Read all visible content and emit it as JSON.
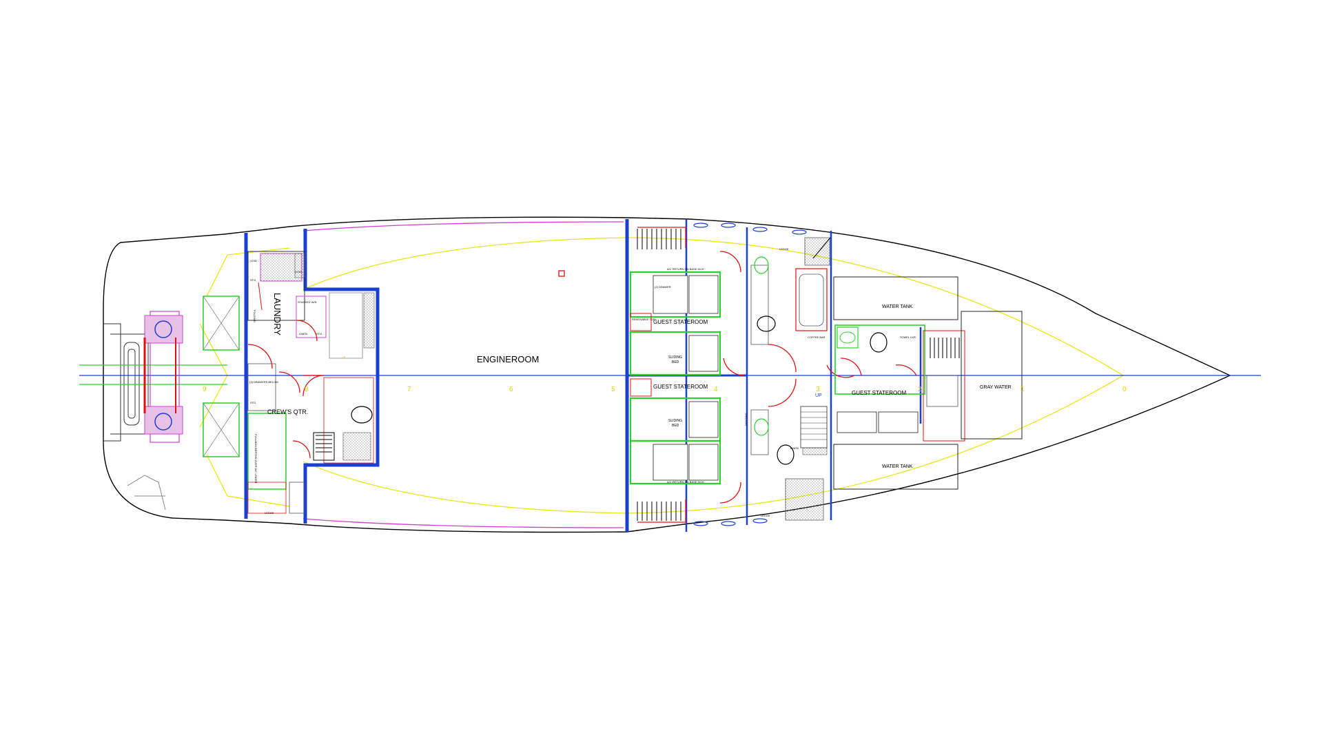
{
  "plan": {
    "rooms": {
      "engineroom": "ENGINEROOM",
      "laundry": "LAUNDRY",
      "crews_qtr": "CREW'S QTR.",
      "guest_stateroom_port": "GUEST STATEROOM",
      "guest_stateroom_stbd": "GUEST STATEROOM",
      "guest_stateroom_fwd": "GUEST STATEROOM",
      "water_tank_port": "WATER TANK",
      "water_tank_stbd": "WATER TANK",
      "gray_water": "GRAY WATER"
    },
    "labels": {
      "sliding_bed_1": "SLIDING",
      "sliding_bed_1b": "BED",
      "sliding_bed_2": "SLIDING",
      "sliding_bed_2b": "BED",
      "up_main": "UP",
      "up_crew": "UP",
      "drawer": "(2) DRAWER",
      "ac_return_top": "A/C RETURN ON BASE KICK",
      "ac_return_bottom": "A/C RETURN ON BASE KICK",
      "ledge_top": "LEDGE",
      "ledge_bottom": "LEDGE",
      "ledge_crew": "LEDGE",
      "linen_crew": "LINEN",
      "linen_guest": "LINEN",
      "sto_1": "STO.",
      "sto_2": "STO.",
      "sto_3": "STO.",
      "void_1": "VOID",
      "void_2": "VOID",
      "coffee_bar": "COFFEE BAR",
      "towel_lkr": "TOWEL LKR.",
      "folding": "FOLDING",
      "removable_top": "REMOVABLE TOP",
      "pullman": "PULLMAN BERTHS OVER A/C UNDER",
      "drawers_below": "(3) DRAWERS BELOW",
      "hanging": "HANGING",
      "stacked": "STACKED W/D"
    },
    "frame_numbers": [
      "9",
      "8",
      "7",
      "6",
      "5",
      "4",
      "3",
      "2",
      "1",
      "0"
    ],
    "colors": {
      "bulkhead": "#1a3fd1",
      "door_swing": "#e01010",
      "tankage": "#e6e600",
      "furniture": "#2bd12b",
      "inner_hull": "#d23cd2",
      "centerline": "#1a3fd1"
    }
  }
}
